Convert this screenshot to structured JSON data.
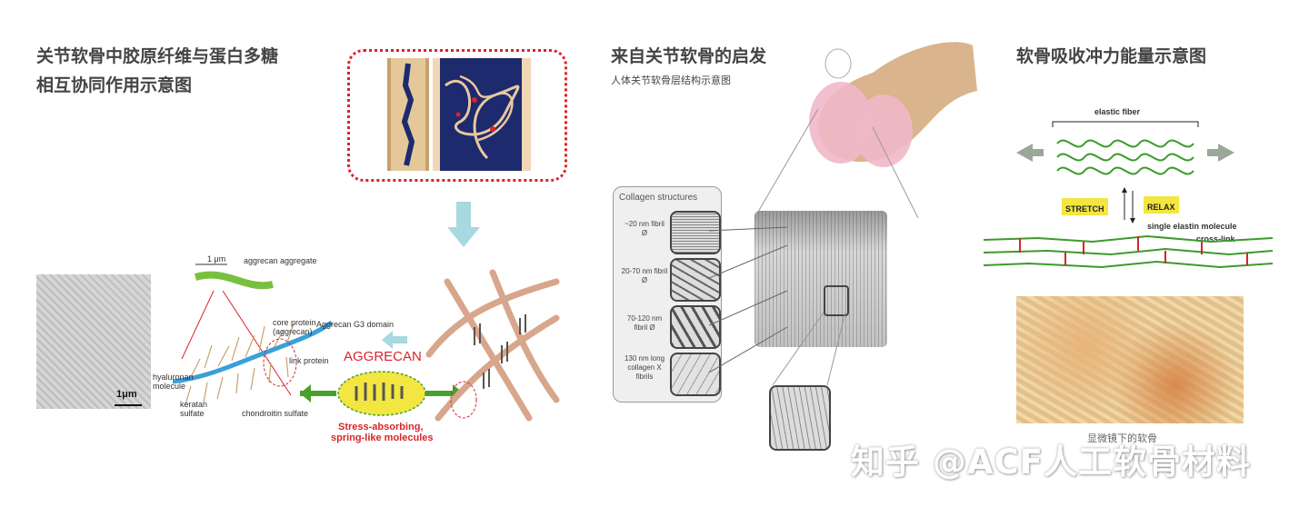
{
  "panel1": {
    "title_line1": "关节软骨中胶原纤维与蛋白多糖",
    "title_line2": "相互协同作用示意图",
    "scale_bar": "1μm",
    "labels": {
      "scale_top": "1 μm",
      "aggregate": "aggrecan aggregate",
      "core_protein": "core protein (aggrecan)",
      "g3": "Aggrecan G3 domain",
      "link": "link protein",
      "hyaluronan": "hyaluronan molecule",
      "keratan": "keratan sulfate",
      "chondroitin": "chondroitin sulfate",
      "aggrecan": "AGGRECAN",
      "stress1": "Stress-absorbing,",
      "stress2": "spring-like molecules"
    }
  },
  "panel2": {
    "title": "来自关节软骨的启发",
    "subtitle": "人体关节软骨层结构示意图",
    "collagen_title": "Collagen structures",
    "items": [
      {
        "label": "~20 nm fibril Ø"
      },
      {
        "label": "20-70 nm fibril Ø"
      },
      {
        "label": "70-120 nm fibril Ø"
      },
      {
        "label": "130 nm long collagen X fibrils"
      }
    ]
  },
  "panel3": {
    "title": "软骨吸收冲力能量示意图",
    "elastic_fiber": "elastic fiber",
    "stretch": "STRETCH",
    "relax": "RELAX",
    "single_elastin": "single elastin molecule",
    "cross_link": "cross-link",
    "caption": "显微镜下的软骨"
  },
  "watermark": "知乎 @ACF人工软骨材料",
  "colors": {
    "red_accent": "#d8252a",
    "navy": "#1e2a6e",
    "green": "#4aa02c",
    "arrow_blue": "#a8d8e0",
    "yellow": "#f3e640"
  }
}
